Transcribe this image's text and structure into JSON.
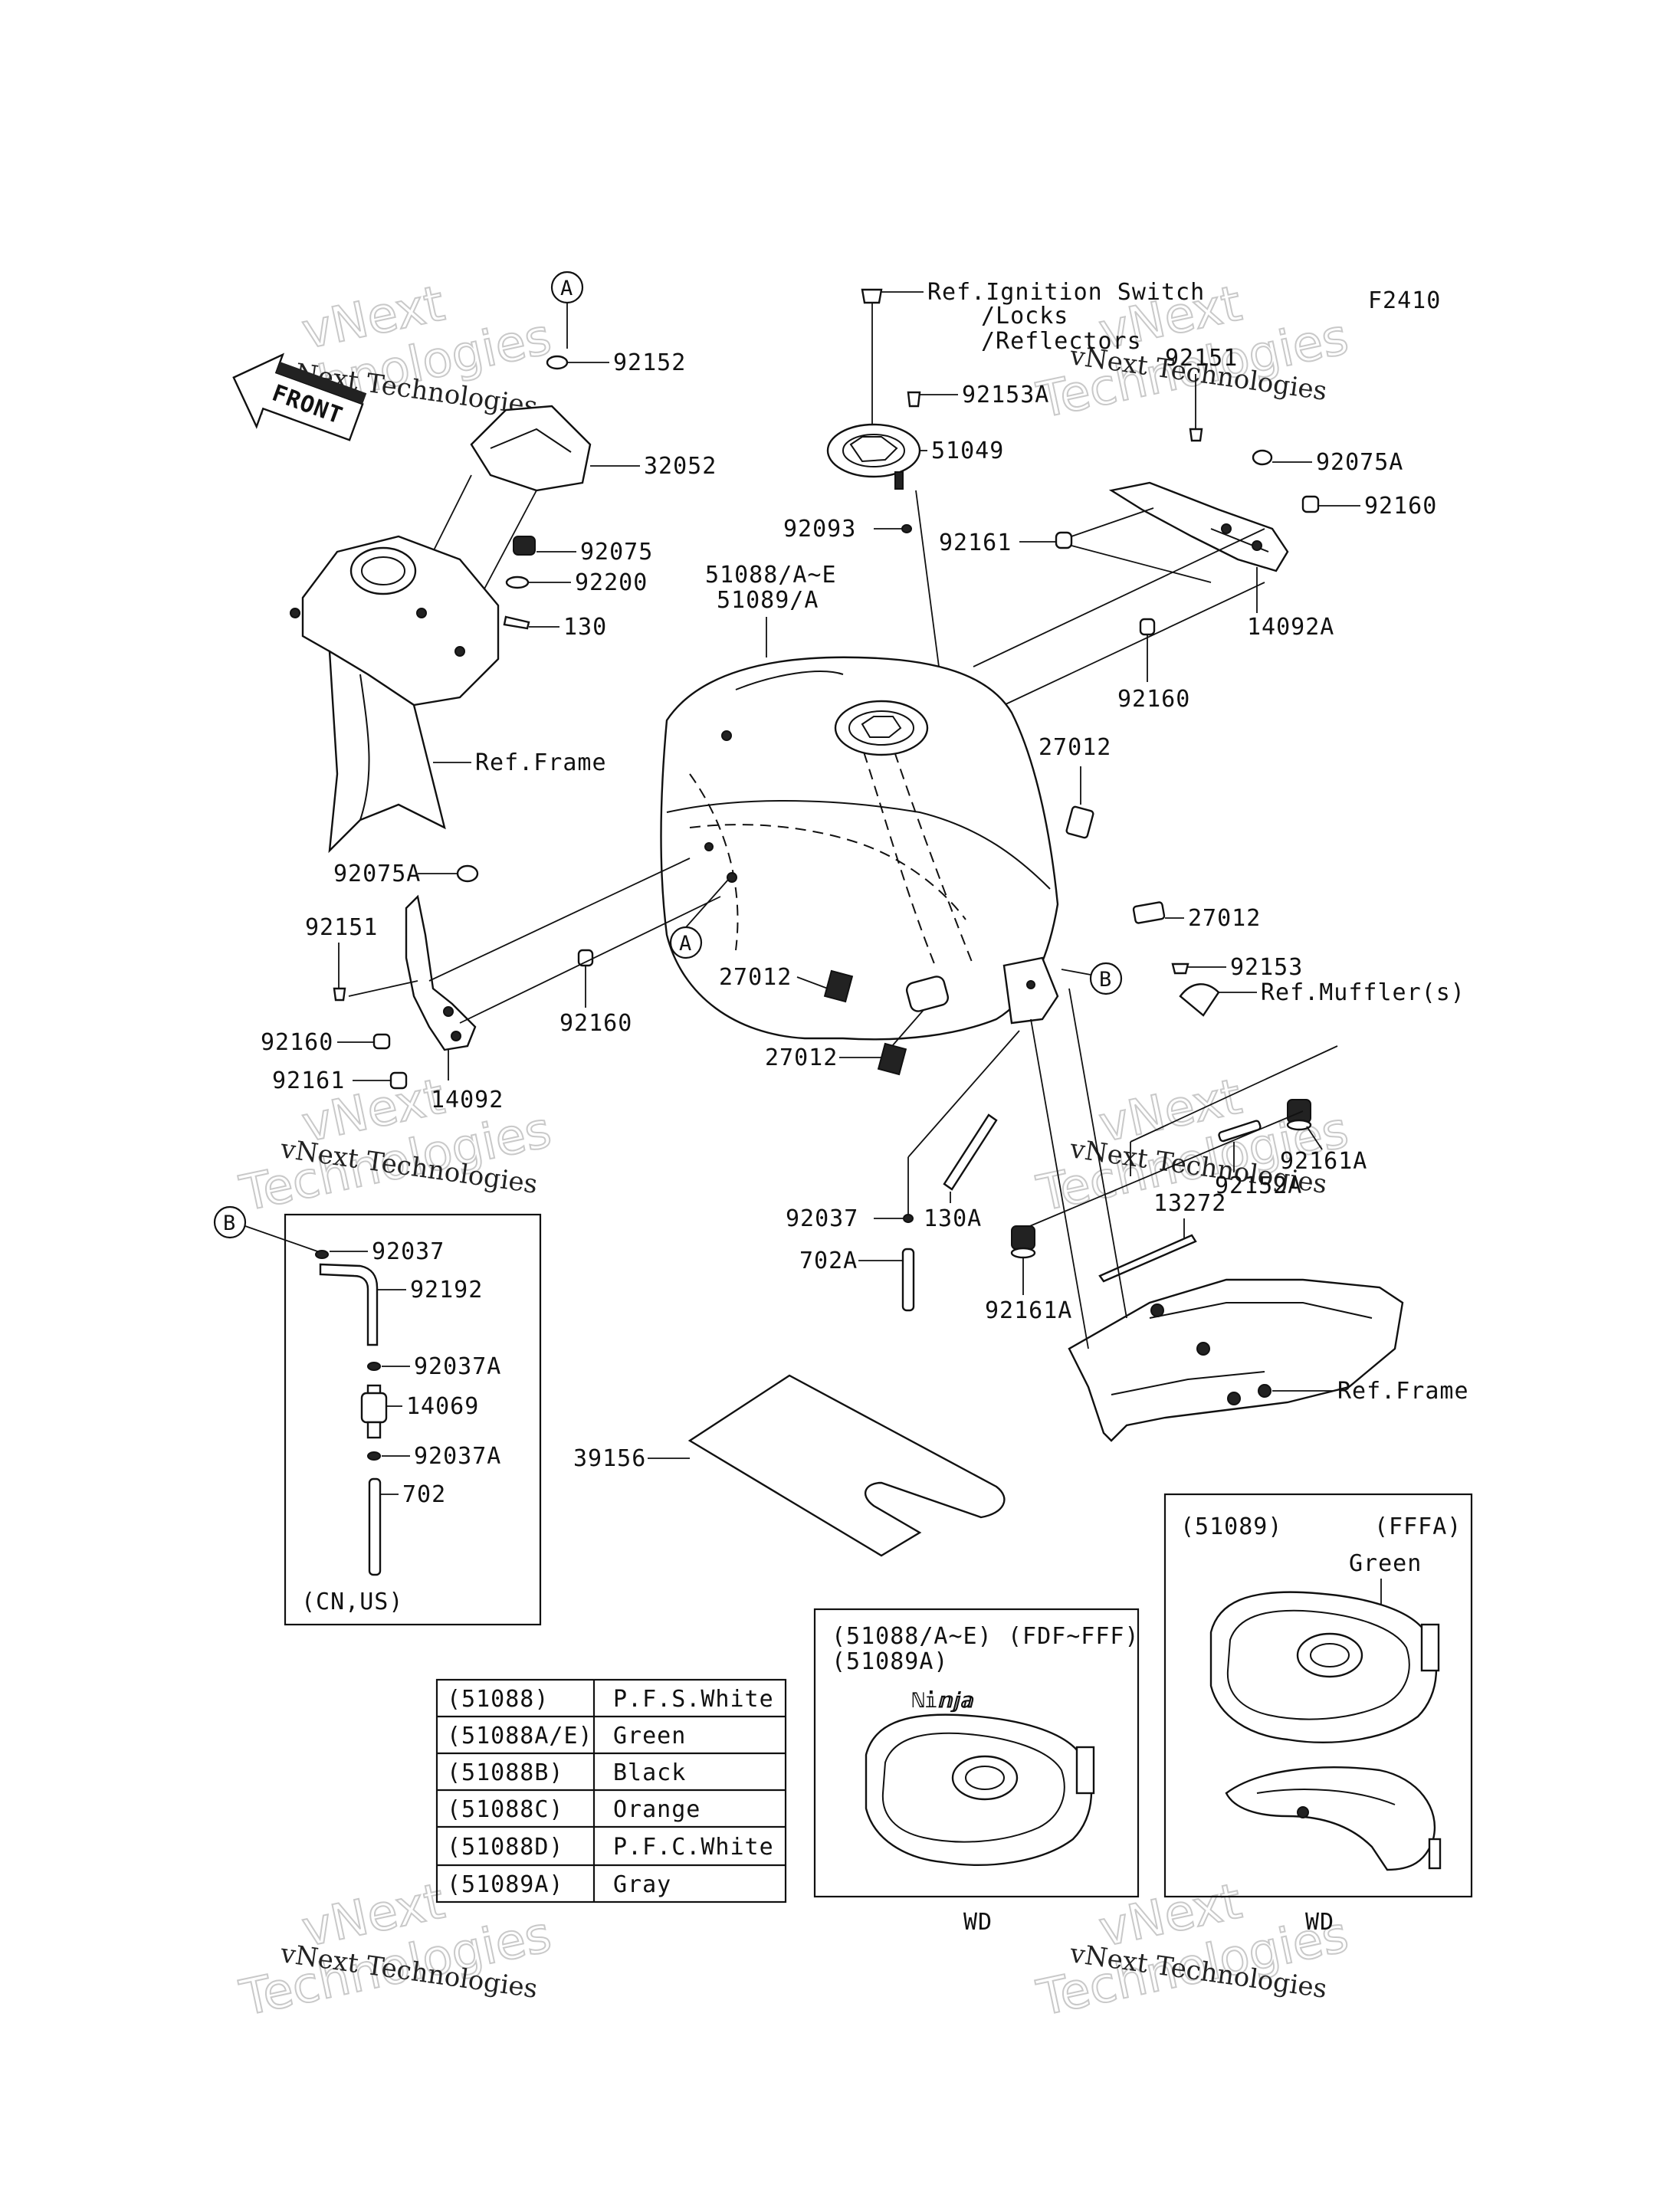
{
  "diagram": {
    "figure_code": "F2410",
    "front_marker": "FRONT",
    "ref_labels": {
      "ignition": "Ref.Ignition Switch",
      "locks": "/Locks",
      "reflectors": "/Reflectors",
      "frame_upper": "Ref.Frame",
      "frame_lower": "Ref.Frame",
      "mufflers": "Ref.Muffler(s)"
    },
    "callouts": {
      "a_top": "A",
      "a_mid": "A",
      "b_right": "B",
      "b_left": "B"
    },
    "parts": {
      "p92152": "92152",
      "p32052": "32052",
      "p92075": "92075",
      "p92200": "92200",
      "p130": "130",
      "p92153A": "92153A",
      "p92151_top": "92151",
      "p51049": "51049",
      "p92075A_top": "92075A",
      "p92160_top": "92160",
      "p92093": "92093",
      "p92161_top": "92161",
      "p14092A": "14092A",
      "p51088": "51088/A~E",
      "p51089": "51089/A",
      "p92160_mid": "92160",
      "p27012_a": "27012",
      "p27012_b": "27012",
      "p92075A_left": "92075A",
      "p92151_left": "92151",
      "p92160_left_a": "92160",
      "p92161_left": "92161",
      "p14092": "14092",
      "p92160_left_b": "92160",
      "p27012_c": "27012",
      "p27012_d": "27012",
      "p92153": "92153",
      "p92161A_a": "92161A",
      "p92152A": "92152A",
      "p13272": "13272",
      "p92037_mid": "92037",
      "p130A": "130A",
      "p702A": "702A",
      "p92161A_b": "92161A",
      "p39156": "39156"
    },
    "inset_hose": {
      "parts": [
        "92037",
        "92192",
        "92037A",
        "14069",
        "92037A",
        "702"
      ],
      "note": "(CN,US)"
    },
    "color_table": {
      "rows": [
        {
          "code": "(51088)",
          "color": "P.F.S.White"
        },
        {
          "code": "(51088A/E)",
          "color": "Green"
        },
        {
          "code": "(51088B)",
          "color": "Black"
        },
        {
          "code": "(51088C)",
          "color": "Orange"
        },
        {
          "code": "(51088D)",
          "color": "P.F.C.White"
        },
        {
          "code": "(51089A)",
          "color": "Gray"
        }
      ]
    },
    "inset_tank_mid": {
      "line1": "(51088/A~E)",
      "frames": "(FDF~FFF)",
      "line2": "(51089A)",
      "caption": "WD"
    },
    "inset_tank_right": {
      "code": "(51089)",
      "frames": "(FFFA)",
      "color_label": "Green",
      "caption": "WD"
    },
    "watermark": {
      "brand": "vNext Technologies",
      "line_a": "vNext",
      "line_b": "Technologies"
    }
  }
}
